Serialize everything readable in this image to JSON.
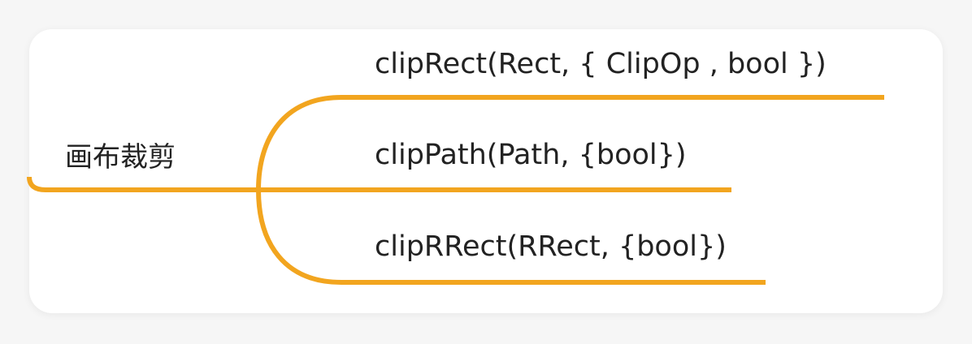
{
  "diagram": {
    "root": {
      "label": "画布裁剪"
    },
    "branches": [
      {
        "label": "clipRect(Rect, { ClipOp , bool  })"
      },
      {
        "label": "clipPath(Path, {bool})"
      },
      {
        "label": "clipRRect(RRect, {bool})"
      }
    ],
    "colors": {
      "connector": "#F2A51F",
      "text": "#222222",
      "card": "#FFFFFF",
      "background": "#F6F6F6"
    }
  }
}
